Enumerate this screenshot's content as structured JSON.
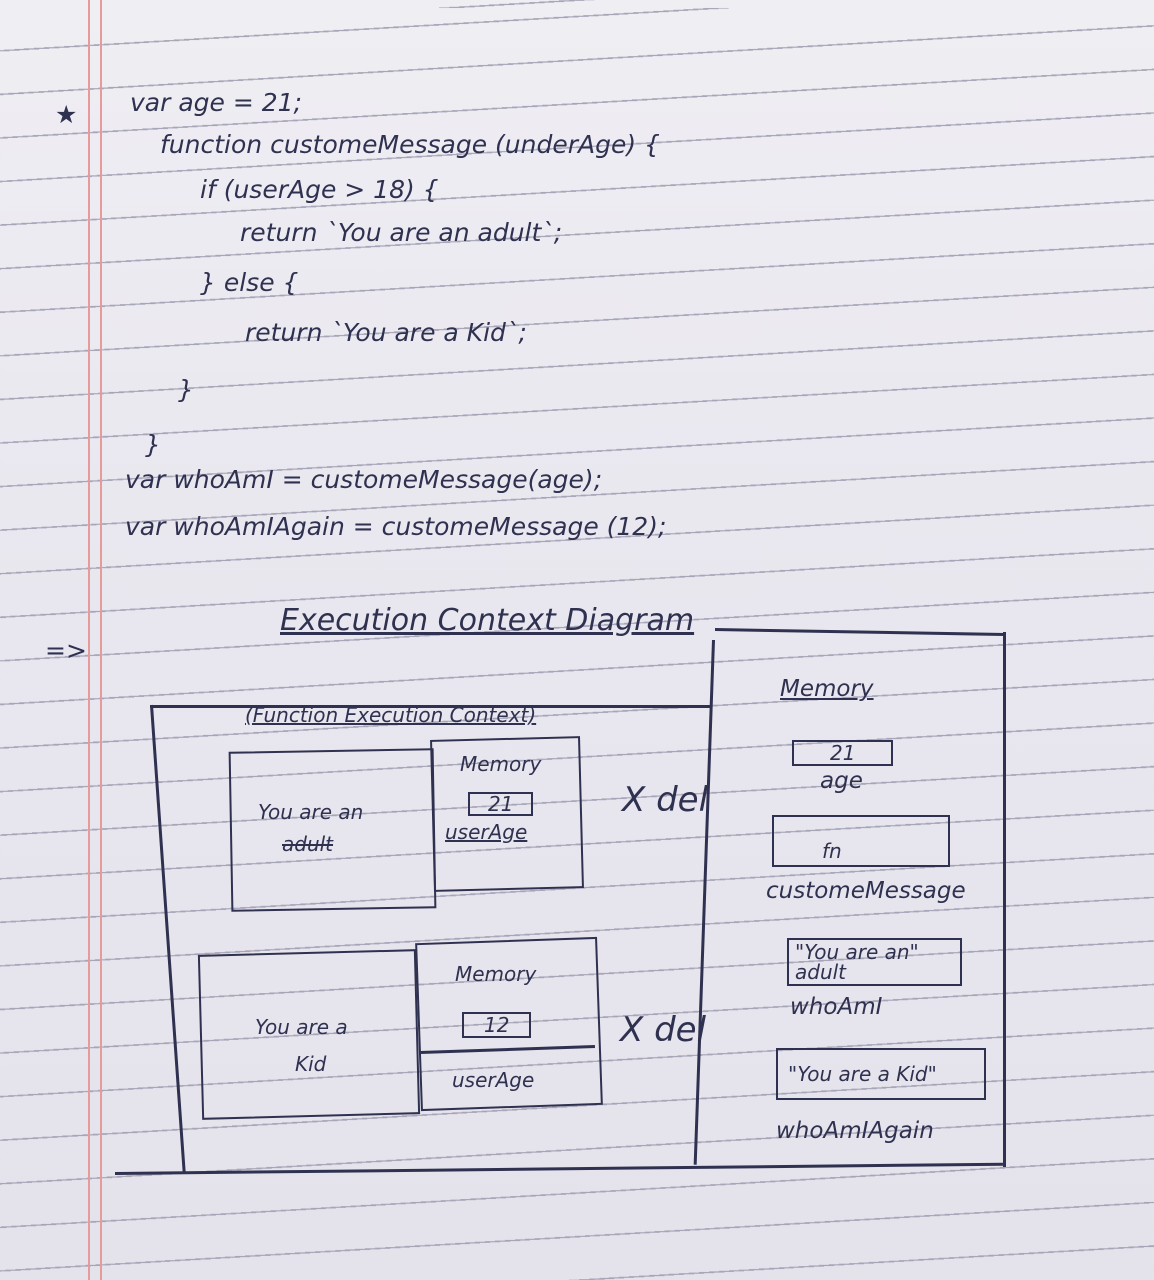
{
  "notes": {
    "bullet": "★",
    "code_lines": [
      "var age = 21;",
      "function customeMessage (underAge) {",
      "if (userAge > 18) {",
      "return `You are an adult`;",
      "} else {",
      "return `You are a Kid`;",
      "}",
      "}",
      "var whoAmI = customeMessage(age);",
      "var whoAmIAgain = customeMessage (12);"
    ],
    "arrow": "=>",
    "diagram_title": "Execution Context Diagram"
  },
  "diagram": {
    "fec_title": "(Function Execution Context)",
    "fec1": {
      "text": "You are an",
      "text_struck": "adult",
      "memory_label": "Memory",
      "value": "21",
      "var": "userAge",
      "deleted": "X del"
    },
    "fec2": {
      "text_line1": "You are a",
      "text_line2": "Kid",
      "memory_label": "Memory",
      "value": "12",
      "var": "userAge",
      "deleted": "X del"
    },
    "global_memory": {
      "label": "Memory",
      "items": [
        {
          "value": "21",
          "name": "age"
        },
        {
          "value": "fn",
          "name": "customeMessage"
        },
        {
          "value": "\"You are an\" adult",
          "name": "whoAmI"
        },
        {
          "value": "\"You are a Kid\"",
          "name": "whoAmIAgain"
        }
      ]
    }
  }
}
